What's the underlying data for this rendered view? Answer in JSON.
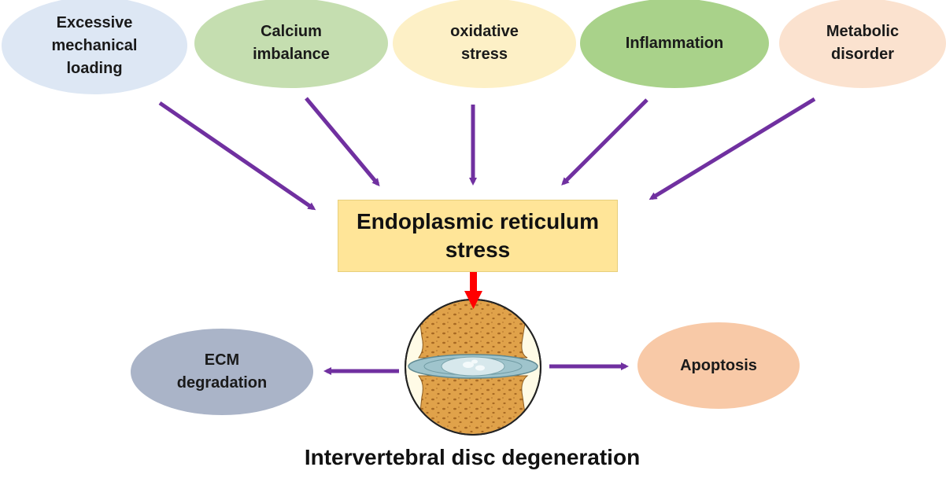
{
  "factors": [
    {
      "id": "loading",
      "label": "Excessive\nmechanical\nloading"
    },
    {
      "id": "calcium",
      "label": "Calcium\nimbalance"
    },
    {
      "id": "oxidative",
      "label": "oxidative\nstress"
    },
    {
      "id": "inflammation",
      "label": "Inflammation"
    },
    {
      "id": "metabolic",
      "label": "Metabolic\ndisorder"
    }
  ],
  "center": {
    "label": "Endoplasmic reticulum\nstress"
  },
  "outcomes": {
    "left": {
      "label": "ECM\ndegradation"
    },
    "right": {
      "label": "Apoptosis"
    }
  },
  "title": "Intervertebral disc degeneration",
  "colors": {
    "arrow_purple": "#7030a0",
    "arrow_red": "#ff0000",
    "box_fill": "#ffe598",
    "bone": "#dc9a3e",
    "disc": "#9fc4cc"
  }
}
